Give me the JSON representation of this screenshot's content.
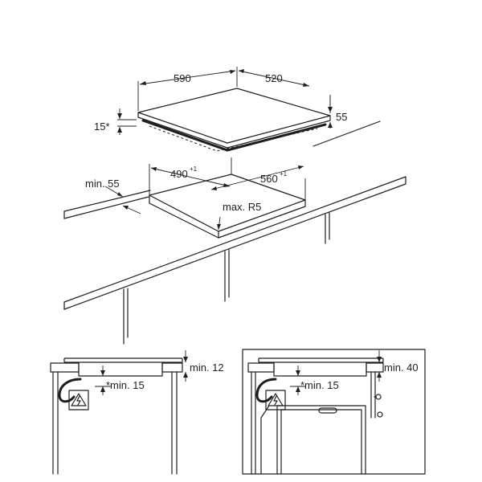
{
  "hob": {
    "width_label": "590",
    "depth_label": "520",
    "height_label": "55",
    "edge_label": "15*"
  },
  "cutout": {
    "width_label": "490",
    "width_tolerance": "+1",
    "depth_label": "560",
    "depth_tolerance": "+1",
    "front_distance_label": "min. 55",
    "corner_radius_label": "max. R5"
  },
  "install_left": {
    "top_clearance_label": "min. 12",
    "under_clearance_label": "*min. 15"
  },
  "install_right": {
    "top_clearance_label": "min. 40",
    "under_clearance_label": "*min. 15"
  },
  "icons": {
    "warning": "electrical-hazard-icon"
  },
  "colors": {
    "line": "#1e1e1e",
    "background": "#ffffff"
  }
}
